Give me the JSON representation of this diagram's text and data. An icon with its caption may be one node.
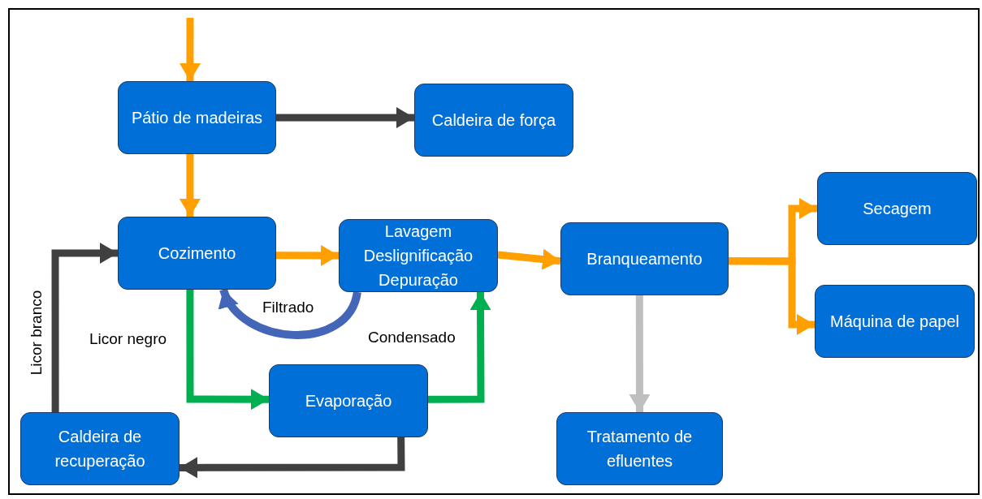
{
  "diagram": {
    "nodes": [
      {
        "text": [
          "Pátio de madeiras"
        ]
      },
      {
        "text": [
          "Caldeira de força"
        ]
      },
      {
        "text": [
          "Cozimento"
        ]
      },
      {
        "text": [
          "Lavagem",
          "Deslignificação",
          "Depuração"
        ]
      },
      {
        "text": [
          "Branqueamento"
        ]
      },
      {
        "text": [
          "Secagem"
        ]
      },
      {
        "text": [
          "Máquina de papel"
        ]
      },
      {
        "text": [
          "Evaporação"
        ]
      },
      {
        "text": [
          "Caldeira de recuperação"
        ]
      },
      {
        "text": [
          "Tratamento de efluentes"
        ]
      }
    ],
    "edges": [
      {
        "from": null,
        "to": 0,
        "arrow": "to"
      },
      {
        "from": 0,
        "to": 1,
        "arrow": "to",
        "color": "#404040"
      },
      {
        "from": 0,
        "to": 2,
        "arrow": "to"
      },
      {
        "from": 2,
        "to": 3,
        "arrow": "to"
      },
      {
        "from": 3,
        "to": 2,
        "arrow": "to",
        "label": "Filtrado",
        "color": "#4466b8"
      },
      {
        "from": 3,
        "to": 4,
        "arrow": "to"
      },
      {
        "from": 4,
        "to": 5,
        "arrow": "to"
      },
      {
        "from": 4,
        "to": 6,
        "arrow": "to"
      },
      {
        "from": 4,
        "to": 9,
        "arrow": "to",
        "color": "#bfbfbf"
      },
      {
        "from": 2,
        "to": 7,
        "arrow": "to",
        "label": "Licor negro",
        "color": "#00b050"
      },
      {
        "from": 7,
        "to": 3,
        "arrow": "to",
        "label": "Condensado",
        "color": "#00b050"
      },
      {
        "from": 7,
        "to": 8,
        "arrow": "to",
        "color": "#404040"
      },
      {
        "from": 8,
        "to": 2,
        "arrow": "to",
        "label": "Licor branco",
        "color": "#404040"
      }
    ]
  }
}
